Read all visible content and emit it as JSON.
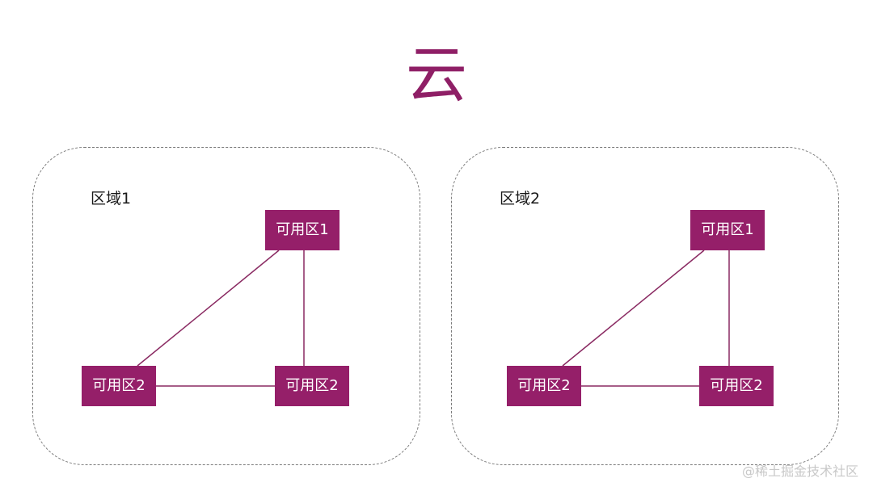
{
  "title": "云",
  "regions": [
    {
      "label": "区域1",
      "zones": [
        "可用区1",
        "可用区2",
        "可用区2"
      ]
    },
    {
      "label": "区域2",
      "zones": [
        "可用区1",
        "可用区2",
        "可用区2"
      ]
    }
  ],
  "watermark": "@稀土掘金技术社区",
  "colors": {
    "accent": "#951f69",
    "line": "#8a2a62",
    "dash": "#7a7a7a"
  }
}
